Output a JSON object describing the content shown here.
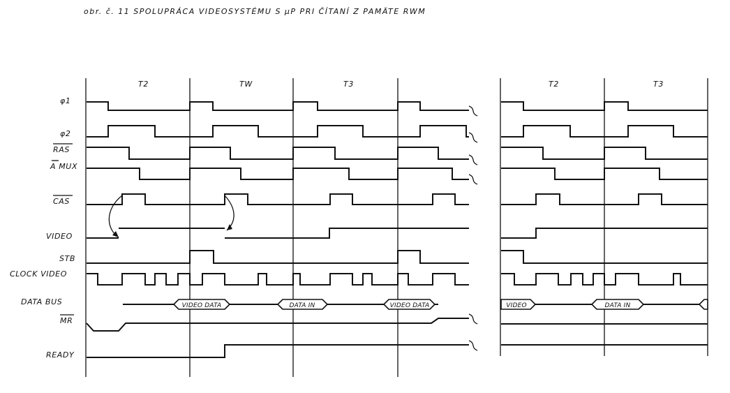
{
  "title": "obr. č. 11      SPOLUPRÁCA  VIDEOSYSTÉMU  S µP  PRI  ČÍTANÍ  Z  PAMÄTE  RWM",
  "periods": [
    "T2",
    "TW",
    "T3",
    "T2",
    "T3"
  ],
  "signals": [
    {
      "id": "phi1",
      "label": "φ1",
      "overbar": false
    },
    {
      "id": "phi2",
      "label": "φ2",
      "overbar": false
    },
    {
      "id": "ras",
      "label": "RAS",
      "overbar": true
    },
    {
      "id": "amux",
      "label": "A MUX",
      "overbar": true
    },
    {
      "id": "cas",
      "label": "CAS",
      "overbar": true
    },
    {
      "id": "video",
      "label": "VIDEO",
      "overbar": false
    },
    {
      "id": "stb",
      "label": "STB",
      "overbar": false
    },
    {
      "id": "clockvideo",
      "label": "CLOCK VIDEO",
      "overbar": false
    },
    {
      "id": "databus",
      "label": "DATA BUS",
      "overbar": false
    },
    {
      "id": "mr",
      "label": "MR",
      "overbar": true
    },
    {
      "id": "ready",
      "label": "READY",
      "overbar": false
    }
  ],
  "bus_labels": [
    "VIDEO DATA",
    "DATA IN",
    "VIDEO DATA",
    "VIDEO",
    "DATA IN"
  ]
}
